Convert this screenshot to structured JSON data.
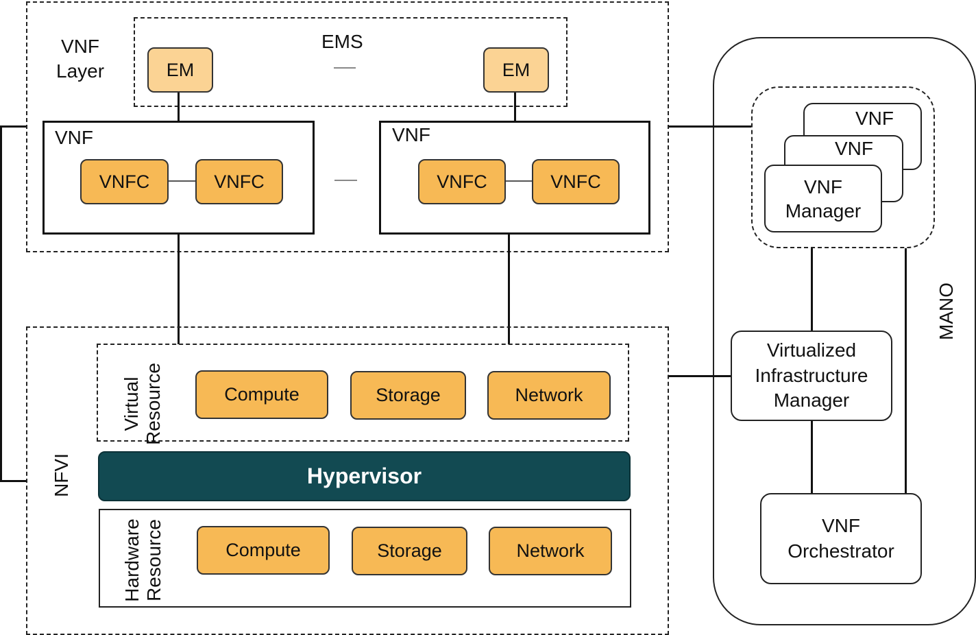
{
  "vnf_layer": {
    "label_line1": "VNF",
    "label_line2": "Layer",
    "ems": {
      "label": "EMS",
      "em_left": "EM",
      "em_right": "EM"
    },
    "vnf_left": {
      "label": "VNF",
      "vnfc_a": "VNFC",
      "vnfc_b": "VNFC"
    },
    "vnf_right": {
      "label": "VNF",
      "vnfc_a": "VNFC",
      "vnfc_b": "VNFC"
    }
  },
  "nfvi": {
    "label": "NFVI",
    "virtual_resource": {
      "label_line1": "Virtual",
      "label_line2": "Resource",
      "compute": "Compute",
      "storage": "Storage",
      "network": "Network"
    },
    "hypervisor": "Hypervisor",
    "hardware_resource": {
      "label_line1": "Hardware",
      "label_line2": "Resource",
      "compute": "Compute",
      "storage": "Storage",
      "network": "Network"
    }
  },
  "mano": {
    "label": "MANO",
    "vnf_stack_back": "VNF",
    "vnf_stack_mid": "VNF",
    "vnf_manager_line1": "VNF",
    "vnf_manager_line2": "Manager",
    "vim_line1": "Virtualized",
    "vim_line2": "Infrastructure",
    "vim_line3": "Manager",
    "orchestrator_line1": "VNF",
    "orchestrator_line2": "Orchestrator"
  },
  "colors": {
    "component_fill": "#f7b955",
    "em_fill": "#fbd394",
    "hypervisor_fill": "#124a52"
  }
}
